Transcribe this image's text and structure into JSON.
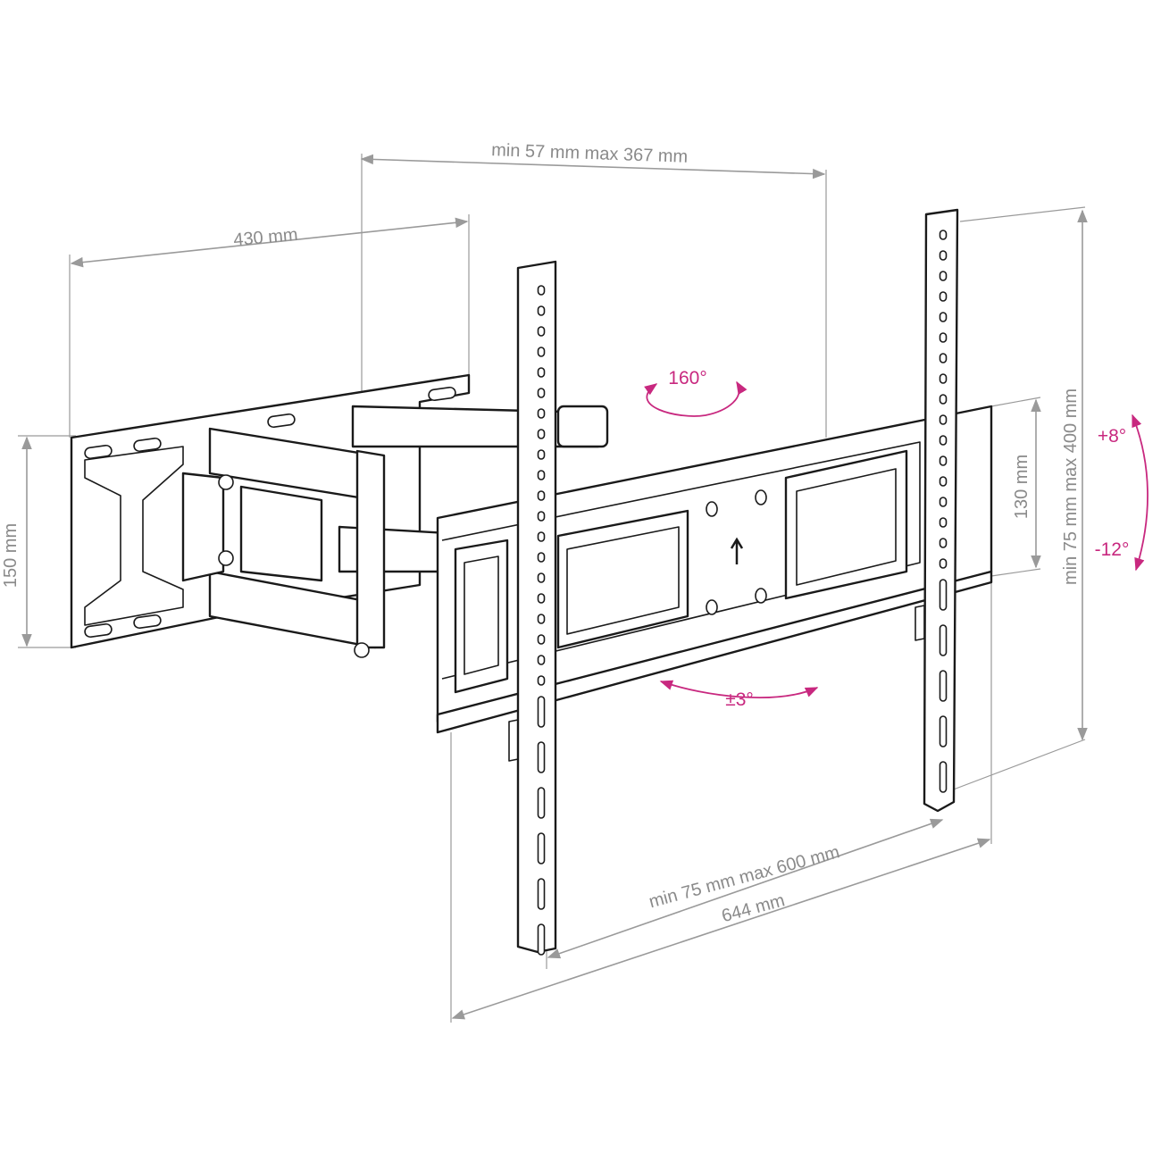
{
  "diagram": {
    "dimensions": {
      "arm_extension": "min 57 mm max 367 mm",
      "wall_plate_width": "430 mm",
      "wall_plate_height": "150 mm",
      "bracket_height": "130 mm",
      "vesa_vertical": "min 75 mm max 400 mm",
      "vesa_horizontal": "min 75 mm max 600 mm",
      "bracket_width": "644 mm"
    },
    "motion": {
      "swivel": "160°",
      "tilt_up": "+8°",
      "tilt_down": "-12°",
      "rotation": "±3°"
    },
    "colors": {
      "dimension": "#9a9a9a",
      "motion": "#c8287f",
      "outline": "#1a1a1a"
    }
  }
}
